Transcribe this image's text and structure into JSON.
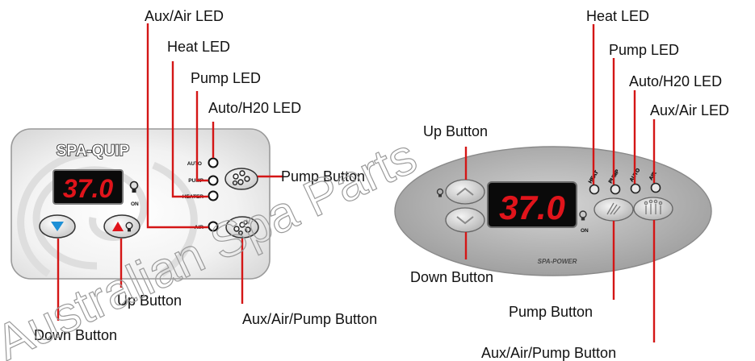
{
  "watermark": "Australian Spa Parts",
  "left_panel": {
    "brand": "SPA-QUIP",
    "display": "37.0",
    "display_sub": "ON",
    "led_labels": {
      "auto": "AUTO",
      "pump": "PUMP",
      "heater": "HEATER",
      "air": "AIR"
    },
    "callouts": {
      "aux_air_led": "Aux/Air LED",
      "heat_led": "Heat LED",
      "pump_led": "Pump LED",
      "auto_h20_led": "Auto/H20 LED",
      "pump_button": "Pump Button",
      "up_button": "Up Button",
      "down_button": "Down Button",
      "aux_air_pump_button": "Aux/Air/Pump Button"
    }
  },
  "right_panel": {
    "brand": "SPA-POWER",
    "display": "37.0",
    "display_sub": "ON",
    "led_labels": {
      "heat": "HEAT",
      "pump": "PUMP",
      "auto": "AUTO",
      "air": "AIR"
    },
    "callouts": {
      "heat_led": "Heat LED",
      "pump_led": "Pump LED",
      "auto_h20_led": "Auto/H20 LED",
      "aux_air_led": "Aux/Air LED",
      "up_button": "Up Button",
      "down_button": "Down Button",
      "pump_button": "Pump Button",
      "aux_air_pump_button": "Aux/Air/Pump Button"
    }
  },
  "colors": {
    "lead": "#d41616",
    "display_red": "#e0141b",
    "down_arrow": "#1e90d6",
    "up_arrow": "#e0141b"
  }
}
